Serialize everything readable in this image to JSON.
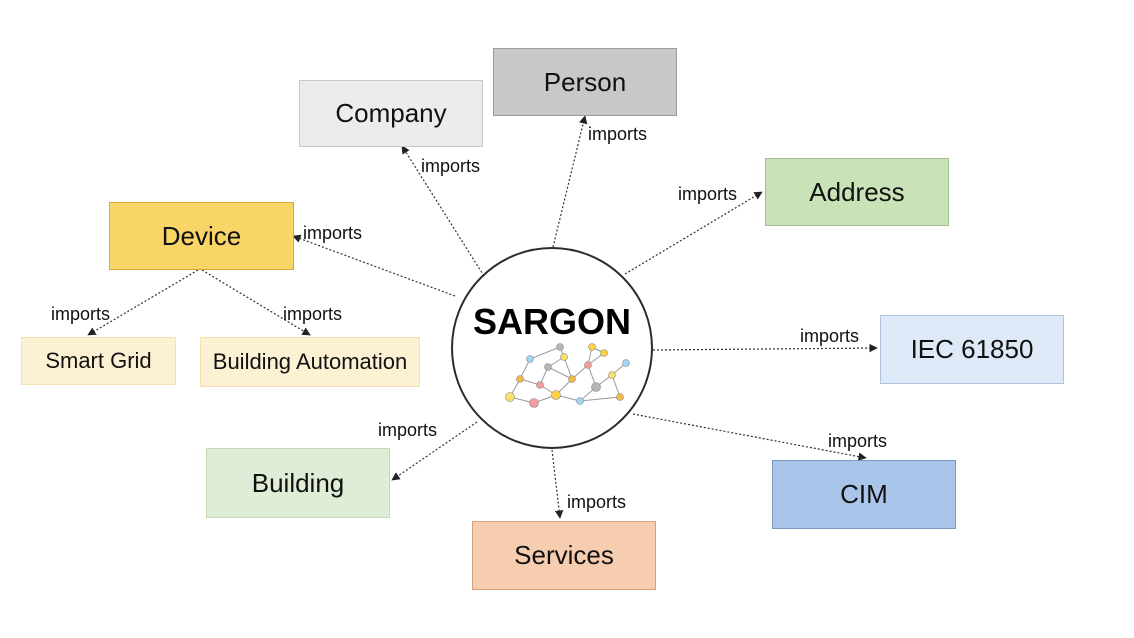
{
  "center": {
    "title": "SARGON"
  },
  "nodes": [
    {
      "id": "company",
      "label": "Company",
      "fill": "#ececec",
      "border": "#c9c9c9"
    },
    {
      "id": "person",
      "label": "Person",
      "fill": "#c8c8c8",
      "border": "#9c9c9c"
    },
    {
      "id": "address",
      "label": "Address",
      "fill": "#c9e2b8",
      "border": "#9fbf8c"
    },
    {
      "id": "device",
      "label": "Device",
      "fill": "#f9d466",
      "border": "#d5ac2e"
    },
    {
      "id": "iec61850",
      "label": "IEC 61850",
      "fill": "#dde9f6",
      "border": "#adc3dd"
    },
    {
      "id": "smartgrid",
      "label": "Smart Grid",
      "fill": "#fdf1d3",
      "border": "#f3e1b0"
    },
    {
      "id": "buildingautomation",
      "label": "Building Automation",
      "fill": "#fdf1d3",
      "border": "#f3e1b0"
    },
    {
      "id": "building",
      "label": "Building",
      "fill": "#e0edd6",
      "border": "#c5dbb6"
    },
    {
      "id": "cim",
      "label": "CIM",
      "fill": "#a9c5e9",
      "border": "#7898c3"
    },
    {
      "id": "services",
      "label": "Services",
      "fill": "#f6cdaf",
      "border": "#d8a17c"
    }
  ],
  "edges": [
    {
      "from": "SARGON",
      "to": "Company",
      "label": "imports"
    },
    {
      "from": "SARGON",
      "to": "Person",
      "label": "imports"
    },
    {
      "from": "SARGON",
      "to": "Address",
      "label": "imports"
    },
    {
      "from": "SARGON",
      "to": "Device",
      "label": "imports"
    },
    {
      "from": "SARGON",
      "to": "IEC 61850",
      "label": "imports"
    },
    {
      "from": "SARGON",
      "to": "CIM",
      "label": "imports"
    },
    {
      "from": "SARGON",
      "to": "Services",
      "label": "imports"
    },
    {
      "from": "SARGON",
      "to": "Building",
      "label": "imports"
    },
    {
      "from": "Device",
      "to": "Smart Grid",
      "label": "imports"
    },
    {
      "from": "Device",
      "to": "Building Automation",
      "label": "imports"
    }
  ],
  "colors": {
    "graphic_dots": [
      "#f7e06a",
      "#f3b94a",
      "#9fd6f2",
      "#f29c9c",
      "#b7b7b7",
      "#ffd23f"
    ],
    "graphic_edges": "#9a9a9a"
  }
}
